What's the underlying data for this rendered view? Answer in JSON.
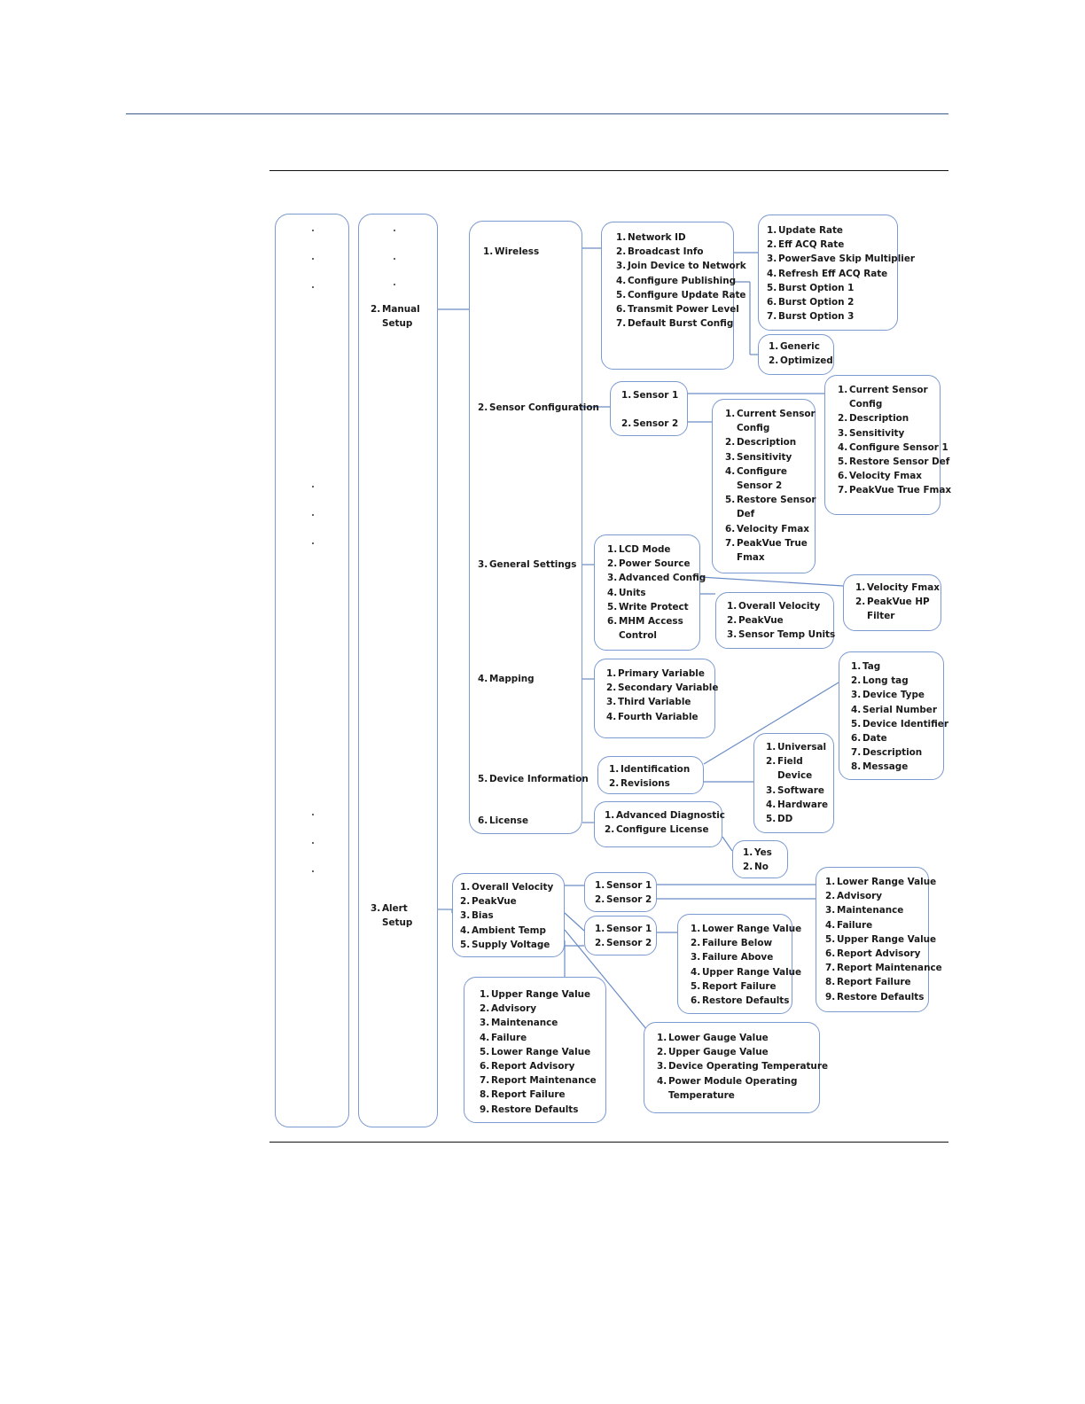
{
  "diagram": {
    "manual_setup": {
      "number": "2.",
      "label_line1": "Manual",
      "label_line2": "Setup"
    },
    "alert_setup": {
      "number": "3.",
      "label_line1": "Alert",
      "label_line2": "Setup"
    },
    "manual_menu": [
      {
        "number": "1.",
        "label": "Wireless"
      },
      {
        "number": "2.",
        "label": "Sensor Configuration"
      },
      {
        "number": "3.",
        "label": "General Settings"
      },
      {
        "number": "4.",
        "label": "Mapping"
      },
      {
        "number": "5.",
        "label": "Device Information"
      },
      {
        "number": "6.",
        "label": "License"
      }
    ],
    "wireless_menu": [
      {
        "number": "1.",
        "label": "Network ID"
      },
      {
        "number": "2.",
        "label": "Broadcast Info"
      },
      {
        "number": "3.",
        "label": "Join Device to Network"
      },
      {
        "number": "4.",
        "label": "Configure Publishing"
      },
      {
        "number": "5.",
        "label": "Configure Update Rate"
      },
      {
        "number": "6.",
        "label": "Transmit Power Level"
      },
      {
        "number": "7.",
        "label": "Default Burst Config"
      }
    ],
    "publishing_menu": [
      {
        "number": "1.",
        "label": "Update Rate"
      },
      {
        "number": "2.",
        "label": "Eff ACQ Rate"
      },
      {
        "number": "3.",
        "label": "PowerSave Skip Multiplier"
      },
      {
        "number": "4.",
        "label": "Refresh Eff ACQ Rate"
      },
      {
        "number": "5.",
        "label": "Burst Option 1"
      },
      {
        "number": "6.",
        "label": "Burst Option 2"
      },
      {
        "number": "7.",
        "label": "Burst Option 3"
      }
    ],
    "burst_config_menu": [
      {
        "number": "1.",
        "label": "Generic"
      },
      {
        "number": "2.",
        "label": "Optimized"
      }
    ],
    "sensor_select": {
      "sensor1": {
        "number": "1.",
        "label": "Sensor 1"
      },
      "sensor2": {
        "number": "2.",
        "label": "Sensor 2"
      }
    },
    "sensor1_config": [
      {
        "number": "1.",
        "label": "Current Sensor",
        "label2": "Config"
      },
      {
        "number": "2.",
        "label": "Description"
      },
      {
        "number": "3.",
        "label": "Sensitivity"
      },
      {
        "number": "4.",
        "label": "Configure Sensor 1"
      },
      {
        "number": "5.",
        "label": "Restore Sensor Def"
      },
      {
        "number": "6.",
        "label": "Velocity Fmax"
      },
      {
        "number": "7.",
        "label": "PeakVue True Fmax"
      }
    ],
    "sensor2_config": [
      {
        "number": "1.",
        "label": "Current Sensor",
        "label2": "Config"
      },
      {
        "number": "2.",
        "label": "Description"
      },
      {
        "number": "3.",
        "label": "Sensitivity"
      },
      {
        "number": "4.",
        "label": "Configure",
        "label2": "Sensor 2"
      },
      {
        "number": "5.",
        "label": "Restore Sensor",
        "label2": "Def"
      },
      {
        "number": "6.",
        "label": "Velocity Fmax"
      },
      {
        "number": "7.",
        "label": "PeakVue True",
        "label2": "Fmax"
      }
    ],
    "general_settings_menu": [
      {
        "number": "1.",
        "label": "LCD Mode"
      },
      {
        "number": "2.",
        "label": "Power Source"
      },
      {
        "number": "3.",
        "label": "Advanced Config"
      },
      {
        "number": "4.",
        "label": "Units"
      },
      {
        "number": "5.",
        "label": "Write Protect"
      },
      {
        "number": "6.",
        "label": "MHM Access",
        "label2": "Control"
      }
    ],
    "advanced_config_menu": [
      {
        "number": "1.",
        "label": "Velocity Fmax"
      },
      {
        "number": "2.",
        "label": "PeakVue HP",
        "label2": "Filter"
      }
    ],
    "units_menu": [
      {
        "number": "1.",
        "label": "Overall Velocity"
      },
      {
        "number": "2.",
        "label": "PeakVue"
      },
      {
        "number": "3.",
        "label": "Sensor Temp Units"
      }
    ],
    "mapping_menu": [
      {
        "number": "1.",
        "label": "Primary Variable"
      },
      {
        "number": "2.",
        "label": "Secondary Variable"
      },
      {
        "number": "3.",
        "label": "Third Variable"
      },
      {
        "number": "4.",
        "label": "Fourth Variable"
      }
    ],
    "identification_menu": [
      {
        "number": "1.",
        "label": "Tag"
      },
      {
        "number": "2.",
        "label": "Long tag"
      },
      {
        "number": "3.",
        "label": "Device Type"
      },
      {
        "number": "4.",
        "label": "Serial Number"
      },
      {
        "number": "5.",
        "label": "Device Identifier"
      },
      {
        "number": "6.",
        "label": "Date"
      },
      {
        "number": "7.",
        "label": "Description"
      },
      {
        "number": "8.",
        "label": "Message"
      }
    ],
    "device_info_menu": [
      {
        "number": "1.",
        "label": "Identification"
      },
      {
        "number": "2.",
        "label": "Revisions"
      }
    ],
    "revisions_menu": [
      {
        "number": "1.",
        "label": "Universal"
      },
      {
        "number": "2.",
        "label": "Field",
        "label2": "Device"
      },
      {
        "number": "3.",
        "label": "Software"
      },
      {
        "number": "4.",
        "label": "Hardware"
      },
      {
        "number": "5.",
        "label": "DD"
      }
    ],
    "license_menu": [
      {
        "number": "1.",
        "label": "Advanced Diagnostic"
      },
      {
        "number": "2.",
        "label": "Configure License"
      }
    ],
    "yes_no_menu": [
      {
        "number": "1.",
        "label": "Yes"
      },
      {
        "number": "2.",
        "label": "No"
      }
    ],
    "alert_menu": [
      {
        "number": "1.",
        "label": "Overall Velocity"
      },
      {
        "number": "2.",
        "label": "PeakVue"
      },
      {
        "number": "3.",
        "label": "Bias"
      },
      {
        "number": "4.",
        "label": "Ambient Temp"
      },
      {
        "number": "5.",
        "label": "Supply Voltage"
      }
    ],
    "alert_sensor_a": [
      {
        "number": "1.",
        "label": "Sensor 1"
      },
      {
        "number": "2.",
        "label": "Sensor 2"
      }
    ],
    "alert_sensor_b": [
      {
        "number": "1.",
        "label": "Sensor 1"
      },
      {
        "number": "2.",
        "label": "Sensor 2"
      }
    ],
    "velocity_alert_menu": [
      {
        "number": "1.",
        "label": "Lower Range Value"
      },
      {
        "number": "2.",
        "label": "Advisory"
      },
      {
        "number": "3.",
        "label": "Maintenance"
      },
      {
        "number": "4.",
        "label": "Failure"
      },
      {
        "number": "5.",
        "label": "Upper Range Value"
      },
      {
        "number": "6.",
        "label": "Report Advisory"
      },
      {
        "number": "7.",
        "label": "Report Maintenance"
      },
      {
        "number": "8.",
        "label": "Report Failure"
      },
      {
        "number": "9.",
        "label": "Restore Defaults"
      }
    ],
    "bias_alert_menu": [
      {
        "number": "1.",
        "label": "Lower Range Value"
      },
      {
        "number": "2.",
        "label": "Failure Below"
      },
      {
        "number": "3.",
        "label": "Failure Above"
      },
      {
        "number": "4.",
        "label": "Upper Range Value"
      },
      {
        "number": "5.",
        "label": "Report Failure"
      },
      {
        "number": "6.",
        "label": "Restore Defaults"
      }
    ],
    "ambient_alert_menu": [
      {
        "number": "1.",
        "label": "Upper Range Value"
      },
      {
        "number": "2.",
        "label": "Advisory"
      },
      {
        "number": "3.",
        "label": "Maintenance"
      },
      {
        "number": "4.",
        "label": "Failure"
      },
      {
        "number": "5.",
        "label": "Lower Range Value"
      },
      {
        "number": "6.",
        "label": "Report Advisory"
      },
      {
        "number": "7.",
        "label": "Report Maintenance"
      },
      {
        "number": "8.",
        "label": "Report Failure"
      },
      {
        "number": "9.",
        "label": "Restore Defaults"
      }
    ],
    "supply_voltage_menu": [
      {
        "number": "1.",
        "label": "Lower Gauge Value"
      },
      {
        "number": "2.",
        "label": "Upper Gauge Value"
      },
      {
        "number": "3.",
        "label": "Device Operating Temperature"
      },
      {
        "number": "4.",
        "label": "Power Module Operating",
        "label2": "Temperature"
      }
    ]
  }
}
